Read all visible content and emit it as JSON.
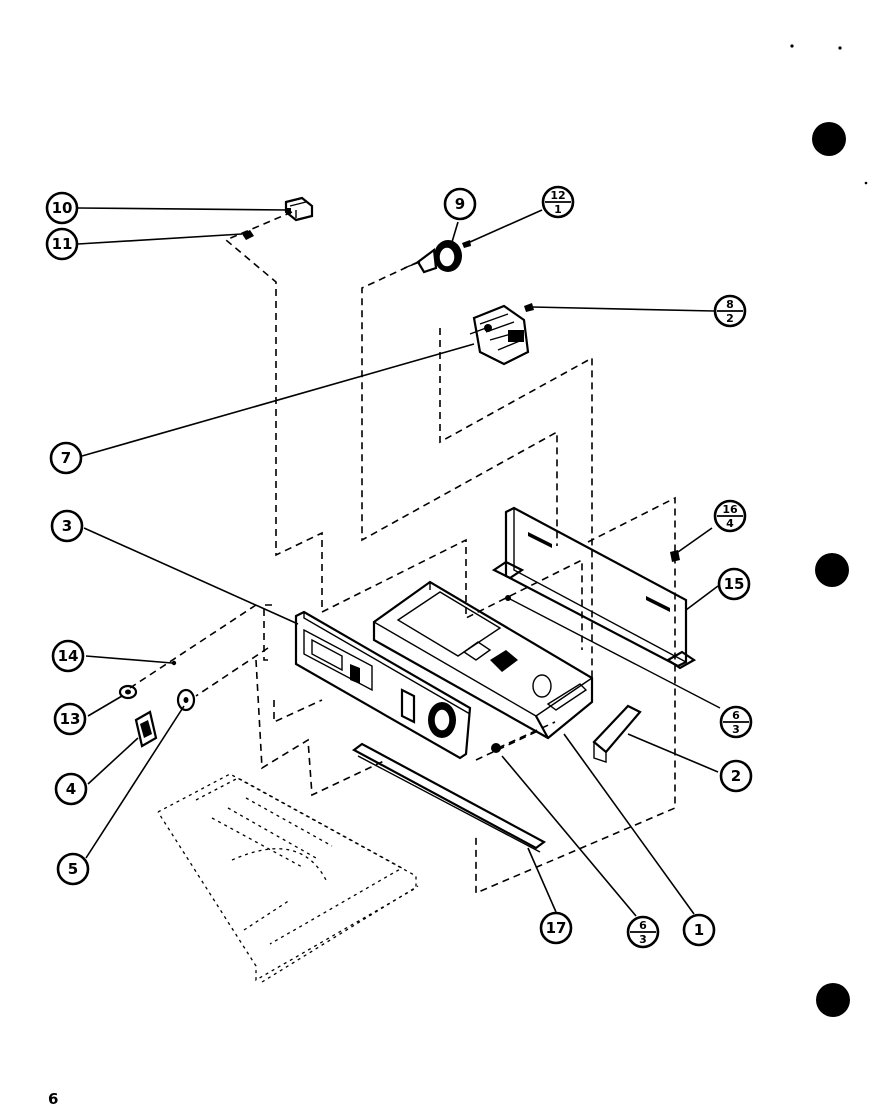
{
  "page": {
    "number": "6"
  },
  "callouts": [
    {
      "id": "c10",
      "top": "10"
    },
    {
      "id": "c11",
      "top": "11"
    },
    {
      "id": "c9",
      "top": "9"
    },
    {
      "id": "c12-1",
      "top": "12",
      "bottom": "1"
    },
    {
      "id": "c8-2",
      "top": "8",
      "bottom": "2"
    },
    {
      "id": "c7",
      "top": "7"
    },
    {
      "id": "c3",
      "top": "3"
    },
    {
      "id": "c16-4",
      "top": "16",
      "bottom": "4"
    },
    {
      "id": "c15",
      "top": "15"
    },
    {
      "id": "c14",
      "top": "14"
    },
    {
      "id": "c13",
      "top": "13"
    },
    {
      "id": "c4",
      "top": "4"
    },
    {
      "id": "c5",
      "top": "5"
    },
    {
      "id": "c6-3a",
      "top": "6",
      "bottom": "3"
    },
    {
      "id": "c2",
      "top": "2"
    },
    {
      "id": "c17",
      "top": "17"
    },
    {
      "id": "c6-3b",
      "top": "6",
      "bottom": "3"
    },
    {
      "id": "c1",
      "top": "1"
    }
  ],
  "colors": {
    "ink": "#000000",
    "paper": "#ffffff",
    "border": "#000000"
  }
}
